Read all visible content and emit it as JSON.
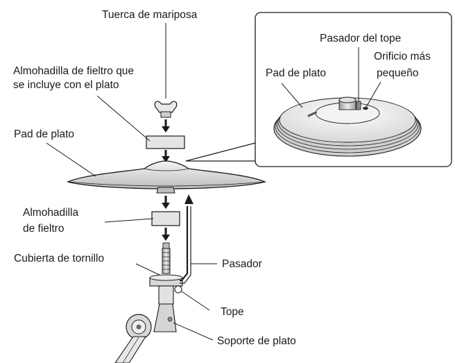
{
  "labels": {
    "wing_nut": "Tuerca de mariposa",
    "felt_included_line1": "Almohadilla de fieltro que",
    "felt_included_line2": "se incluye con el plato",
    "cymbal_pad": "Pad de plato",
    "felt_line1": "Almohadilla",
    "felt_line2": "de fieltro",
    "screw_cover": "Cubierta de tornillo",
    "pin": "Pasador",
    "stopper": "Tope",
    "cymbal_stand": "Soporte de plato"
  },
  "inset": {
    "stopper_pin": "Pasador del tope",
    "smaller_hole_line1": "Orificio más",
    "smaller_hole_line2": "pequeño",
    "cymbal_pad": "Pad de plato"
  },
  "colors": {
    "line": "#1a1a1a",
    "fill_light": "#e6e6e6",
    "fill_mid": "#c8c8c8",
    "fill_dark": "#9a9a9a"
  }
}
